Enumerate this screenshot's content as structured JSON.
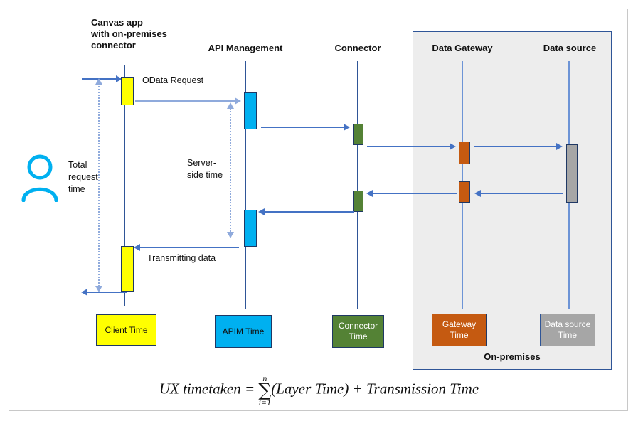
{
  "diagram": {
    "title_region": "Canvas app request timing sequence diagram",
    "columns": [
      {
        "id": "canvas-app",
        "label": "Canvas app\nwith on-premises\nconnector"
      },
      {
        "id": "api-management",
        "label": "API Management"
      },
      {
        "id": "connector",
        "label": "Connector"
      },
      {
        "id": "data-gateway",
        "label": "Data Gateway"
      },
      {
        "id": "data-source",
        "label": "Data source"
      }
    ],
    "column_labels": {
      "canvas_app_line1": "Canvas app",
      "canvas_app_line2": "with on-premises",
      "canvas_app_line3": "connector",
      "api_management": "API Management",
      "connector": "Connector",
      "data_gateway": "Data Gateway",
      "data_source": "Data source"
    },
    "grouping": {
      "on_premises_label": "On-premises"
    },
    "messages": [
      {
        "id": "odata-request",
        "label": "OData Request",
        "from": "canvas-app",
        "to": "api-management"
      },
      {
        "id": "transmitting-data",
        "label": "Transmitting data",
        "from": "api-management",
        "to": "canvas-app"
      }
    ],
    "annotations": [
      {
        "id": "total-request-time",
        "line1": "Total",
        "line2": "request",
        "line3": "time"
      },
      {
        "id": "server-side-time",
        "line1": "Server-",
        "line2": "side time"
      }
    ],
    "legend": [
      {
        "id": "client-time",
        "label": "Client Time",
        "color": "#ffff00",
        "text_color": "#111111",
        "border": "#1f3864"
      },
      {
        "id": "apim-time",
        "label": "APIM Time",
        "color": "#00b0f0",
        "text_color": "#111111",
        "border": "#1f3864"
      },
      {
        "id": "connector-time",
        "line1": "Connector",
        "line2": "Time",
        "color": "#548235",
        "text_color": "#ffffff",
        "border": "#1f3864"
      },
      {
        "id": "gateway-time",
        "line1": "Gateway",
        "line2": "Time",
        "color": "#c55a11",
        "text_color": "#ffffff",
        "border": "#1f3864"
      },
      {
        "id": "data-source-time",
        "line1": "Data source",
        "line2": "Time",
        "color": "#a6a6a6",
        "text_color": "#ffffff",
        "border": "#2f5597"
      }
    ],
    "formula": {
      "lhs": "UX timetaken",
      "equals": "=",
      "sigma": "∑",
      "upper_limit": "n",
      "lower_limit": "i=1",
      "term1": "(Layer Time)",
      "plus": "+",
      "term2": "Transmission Time",
      "full_text": "UX timetaken = ∑(i=1..n)(Layer Time) + Transmission Time"
    },
    "colors": {
      "lifeline": "#2f5597",
      "arrow": "#4472c4",
      "arrow_pale": "#8faadc",
      "client_bar": "#ffff00",
      "apim_bar": "#00b0f0",
      "connector_bar": "#548235",
      "gateway_bar": "#c55a11",
      "datasource_bar": "#a6a6a6",
      "onprem_bg": "#ededed",
      "user_icon": "#00b0f0"
    },
    "icons": {
      "user": "user-icon"
    }
  }
}
